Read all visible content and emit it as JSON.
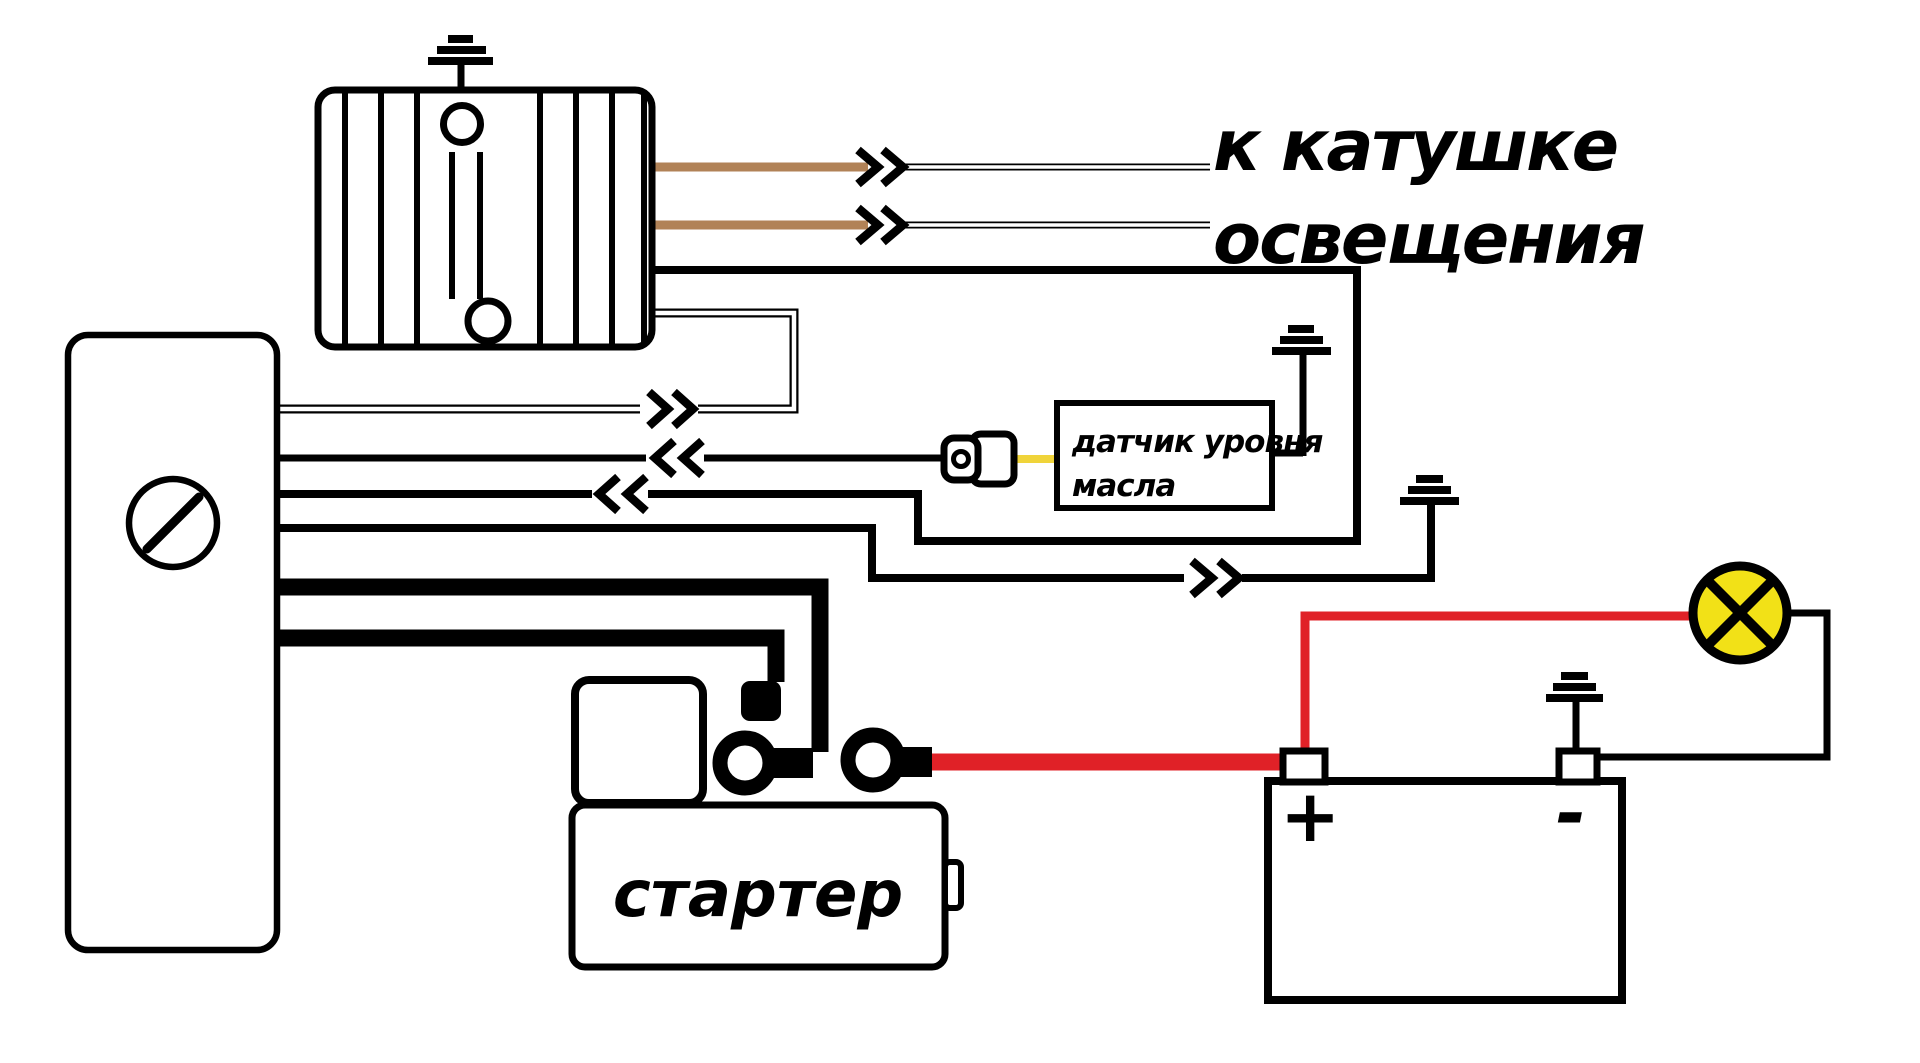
{
  "labels": {
    "to_coil_line1": "к катушке",
    "to_coil_line2": "освещения",
    "oil_sensor_line1": "датчик уровня",
    "oil_sensor_line2": "масла",
    "starter": "стартер",
    "battery_plus": "+",
    "battery_minus": "-"
  },
  "colors": {
    "brown_wire": "#b18257",
    "red_wire": "#e02127",
    "yellow_wire": "#f0d43a",
    "lamp_fill": "#f2e117",
    "line": "#000000",
    "background": "#ffffff"
  }
}
